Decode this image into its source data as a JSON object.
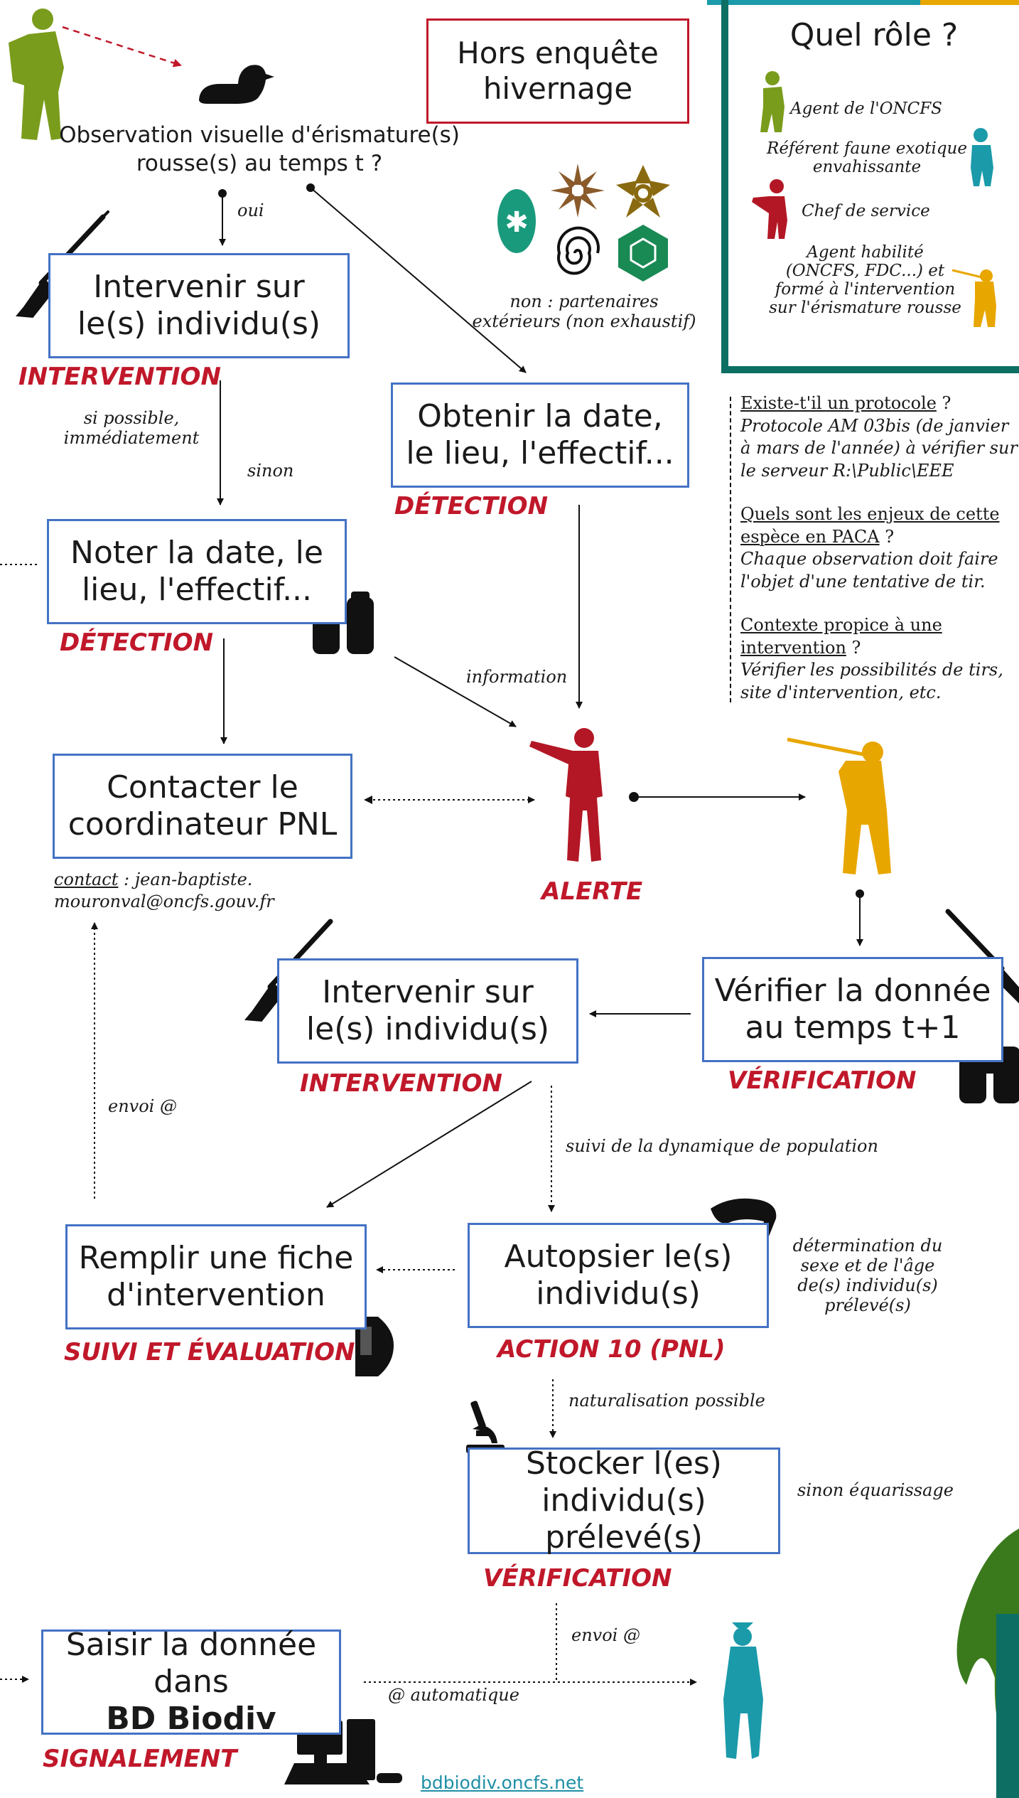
{
  "observation": {
    "text": "Observation visuelle d'érismature(s) rousse(s) au temps t ?"
  },
  "hors_enquete": {
    "text": "Hors enquête hivernage"
  },
  "roles_panel": {
    "title": "Quel rôle ?",
    "roles": [
      "Agent de l'ONCFS",
      "Référent faune exotique envahissante",
      "Chef de service",
      "Agent habilité (ONCFS, FDC...) et formé à l'intervention sur l'érismature rousse"
    ]
  },
  "partners_label": "non : partenaires extérieurs (non exhaustif)",
  "edges": {
    "oui": "oui",
    "si_possible": "si possible, immédiatement",
    "sinon": "sinon",
    "information": "information",
    "envoi1": "envoi @",
    "suivi": "suivi de la dynamique de population",
    "naturalisation": "naturalisation possible",
    "envoi2": "envoi @",
    "automatique": "@ automatique"
  },
  "boxes": {
    "intervenir1": "Intervenir sur le(s) individu(s)",
    "obtenir": "Obtenir la date, le lieu, l'effectif...",
    "noter": "Noter la date, le lieu, l'effectif...",
    "contacter": "Contacter le coordinateur PNL",
    "intervenir2": "Intervenir sur le(s) individu(s)",
    "verifier": "Vérifier la donnée au temps t+1",
    "remplir": "Remplir une fiche d'intervention",
    "autopsier": "Autopsier le(s) individu(s)",
    "stocker": "Stocker l(es) individu(s) prélevé(s)",
    "saisir_prefix": "Saisir la donnée dans",
    "saisir_bold": "BD Biodiv"
  },
  "labels": {
    "intervention1": "INTERVENTION",
    "detection1": "DÉTECTION",
    "detection2": "DÉTECTION",
    "alerte": "ALERTE",
    "intervention2": "INTERVENTION",
    "verification1": "VÉRIFICATION",
    "suivi": "SUIVI ET ÉVALUATION",
    "action10": "ACTION 10 (PNL)",
    "verification2": "VÉRIFICATION",
    "signalement": "SIGNALEMENT"
  },
  "questions": [
    {
      "q_underlined": "Existe-t'il un protocole",
      "q_rest": " ?",
      "answer": "Protocole AM 03bis (de janvier à mars de l'année) à vérifier sur le serveur R:\\Public\\EEE"
    },
    {
      "q_underlined": "Quels sont les enjeux de cette espèce en PACA",
      "q_rest": " ?",
      "answer": "Chaque observation doit faire l'objet d'une tentative de tir."
    },
    {
      "q_underlined": "Contexte propice à une intervention",
      "q_rest": " ?",
      "answer": "Vérifier les possibilités de tirs, site d'intervention, etc."
    }
  ],
  "contact": {
    "label": "contact",
    "value": " : jean-baptiste. mouronval@oncfs.gouv.fr"
  },
  "autopsie_note": "détermination du sexe et de l'âge de(s) individu(s) prélevé(s)",
  "equarrissage": "sinon équarissage",
  "bdbiodiv_link": "bdbiodiv.oncfs.net",
  "colors": {
    "box_border": "#4472c4",
    "label_red": "#c0182a",
    "green": "#7a9c1c",
    "teal": "#1b9aaa",
    "yellow": "#e8a600",
    "panel": "#0d6f63"
  }
}
